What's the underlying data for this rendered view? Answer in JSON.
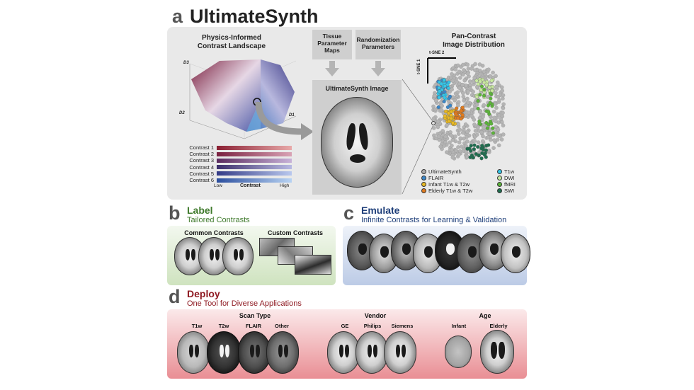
{
  "panel_a": {
    "letter": "a",
    "title": "UltimateSynth",
    "landscape_title": "Physics-Informed\nContrast Landscape",
    "axis_d1": "D1",
    "axis_d2": "D2",
    "axis_d3": "D3",
    "tissue_box": "Tissue\nParameter\nMaps",
    "random_box": "Randomization\nParameters",
    "image_title": "UltimateSynth Image",
    "distribution_title": "Pan-Contrast\nImage Distribution",
    "tsne1": "t-SNE 1",
    "tsne2": "t-SNE 2",
    "contrasts": [
      "Contrast 1",
      "Contrast 2",
      "Contrast 3",
      "Contrast 4",
      "Contrast 5",
      "Contrast 6"
    ],
    "contrast_colors": [
      [
        "#8a1f33",
        "#e8a9a9"
      ],
      [
        "#7a2040",
        "#d9a3b5"
      ],
      [
        "#5a2a5e",
        "#c8b2d8"
      ],
      [
        "#3c2e6b",
        "#b7b9e2"
      ],
      [
        "#333a86",
        "#b9c8ee"
      ],
      [
        "#2b4e9e",
        "#b8d3f3"
      ]
    ],
    "bar_low": "Low",
    "bar_mid": "Contrast",
    "bar_high": "High",
    "legend_left": [
      {
        "label": "UltimateSynth",
        "color": "#aaaaaa"
      },
      {
        "label": "FLAIR",
        "color": "#3a86c8"
      },
      {
        "label": "Infant T1w & T2w",
        "color": "#e8b923"
      },
      {
        "label": "Elderly T1w & T2w",
        "color": "#e07b1f"
      }
    ],
    "legend_right": [
      {
        "label": "T1w",
        "color": "#35c6e8"
      },
      {
        "label": "DWI",
        "color": "#c8e8a0"
      },
      {
        "label": "fMRI",
        "color": "#5cb43a"
      },
      {
        "label": "SWI",
        "color": "#1f6e4f"
      }
    ]
  },
  "panel_b": {
    "letter": "b",
    "title": "Label",
    "subtitle": "Tailored Contrasts",
    "common": "Common Contrasts",
    "custom": "Custom Contrasts"
  },
  "panel_c": {
    "letter": "c",
    "title": "Emulate",
    "subtitle": "Infinite Contrasts for Learning & Validation"
  },
  "panel_d": {
    "letter": "d",
    "title": "Deploy",
    "subtitle": "One Tool for Diverse Applications",
    "scan_type": "Scan Type",
    "scan_labels": [
      "T1w",
      "T2w",
      "FLAIR",
      "Other"
    ],
    "vendor": "Vendor",
    "vendor_labels": [
      "GE",
      "Philips",
      "Siemens"
    ],
    "age": "Age",
    "age_labels": [
      "Infant",
      "Elderly"
    ]
  }
}
